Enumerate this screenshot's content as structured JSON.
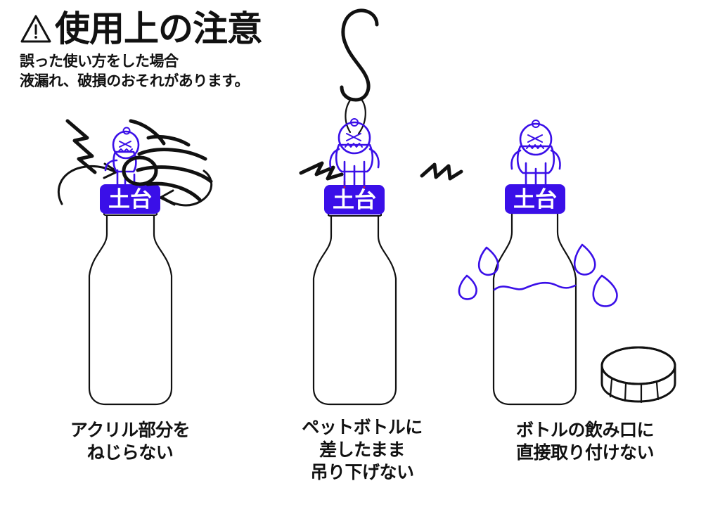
{
  "header": {
    "warning_icon": "warning-triangle-icon",
    "title": "使用上の注意",
    "subtitle_line_1": "誤った使い方をした場合",
    "subtitle_line_2": "液漏れ、破損のおそれがあります。"
  },
  "colors": {
    "figure_blue": "#3A0FE8",
    "base_block": "#3A0FE8",
    "ink_black": "#111111",
    "stress_red": "#E01B1B",
    "background": "#ffffff"
  },
  "base_label": "土台",
  "panels": [
    {
      "id": "panel-1",
      "base_label": "土台",
      "icons": [
        "hand-twisting-icon",
        "rotation-arrow-left-icon",
        "rotation-arrow-right-icon",
        "impact-zigzag-icon",
        "acrylic-figure-icon",
        "bottle-icon"
      ],
      "caption_lines": [
        "アクリル部分を",
        "ねじらない"
      ]
    },
    {
      "id": "panel-2",
      "base_label": "土台",
      "icons": [
        "s-hook-icon",
        "strap-loop-icon",
        "acrylic-figure-icon",
        "impact-zigzag-left-icon",
        "impact-zigzag-right-icon",
        "bottle-icon"
      ],
      "caption_lines": [
        "ペットボトルに",
        "差したまま",
        "吊り下げない"
      ]
    },
    {
      "id": "panel-3",
      "base_label": "土台",
      "icons": [
        "acrylic-figure-icon",
        "bottle-icon",
        "liquid-droplet-icon",
        "bottle-cap-icon",
        "liquid-level-wave-icon"
      ],
      "caption_lines": [
        "ボトルの飲み口に",
        "直接取り付けない"
      ]
    }
  ]
}
